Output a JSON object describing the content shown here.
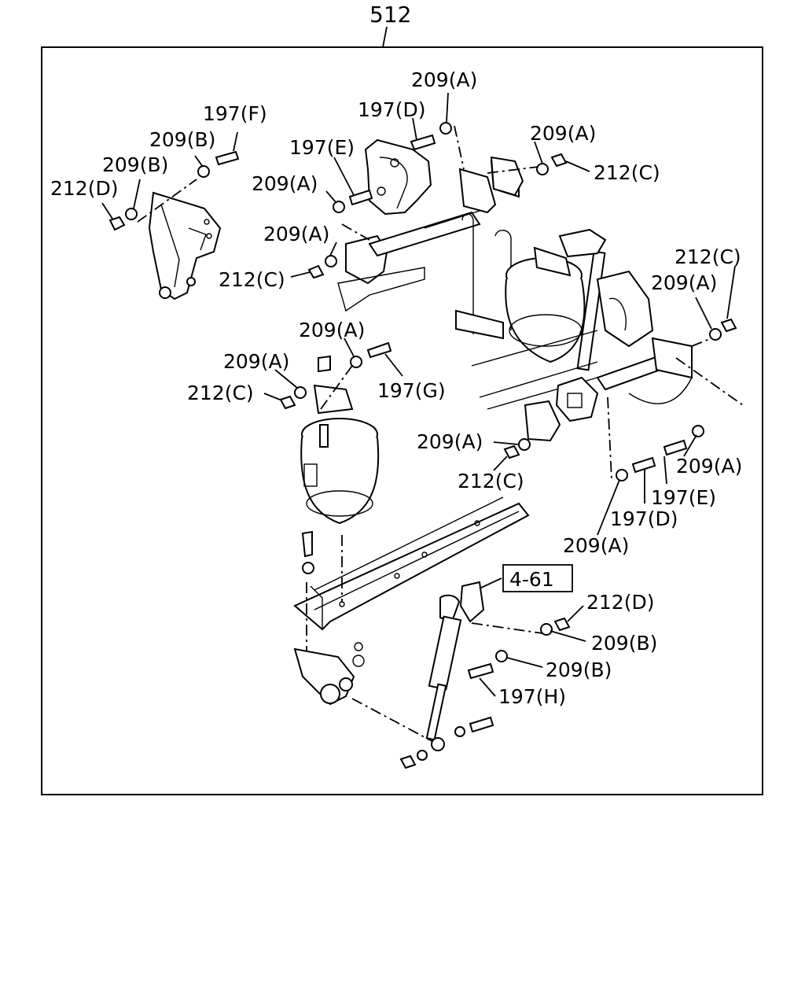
{
  "diagram": {
    "group_number": "512",
    "reference_label": "4-61",
    "callouts": [
      "197(F)",
      "209(B)",
      "209(B)",
      "212(D)",
      "197(D)",
      "209(A)",
      "197(E)",
      "209(A)",
      "209(A)",
      "212(C)",
      "209(A)",
      "212(C)",
      "212(C)",
      "209(A)",
      "209(A)",
      "197(G)",
      "209(A)",
      "212(C)",
      "209(A)",
      "212(C)",
      "209(A)",
      "197(E)",
      "197(D)",
      "209(A)",
      "212(D)",
      "209(B)",
      "209(B)",
      "197(H)"
    ]
  }
}
